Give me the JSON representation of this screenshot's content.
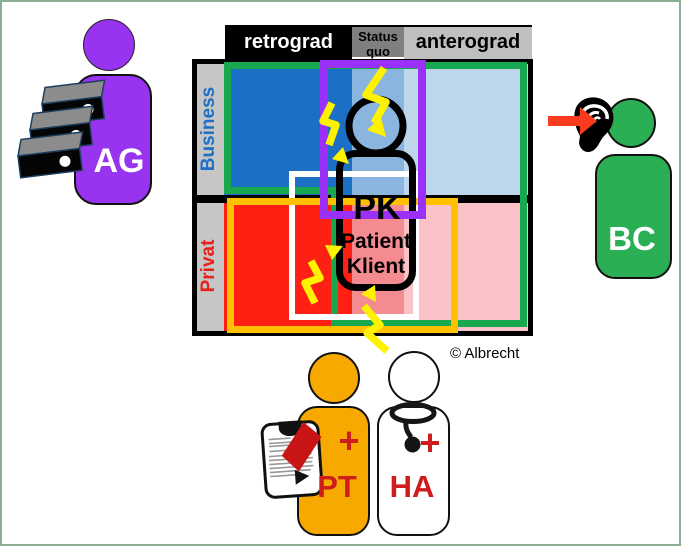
{
  "page": {
    "copyright": "© Albrecht",
    "border_color": "#8aae93",
    "background": "#ffffff"
  },
  "matrix": {
    "columns": [
      {
        "id": "retrograd",
        "label": "retrograd",
        "bg": "#000000",
        "text_color": "#ffffff"
      },
      {
        "id": "status-quo",
        "label": "Status quo",
        "bg": "#7f7f7f",
        "text_color": "#000000"
      },
      {
        "id": "anterograd",
        "label": "anterograd",
        "bg": "#bfbfbf",
        "text_color": "#000000"
      }
    ],
    "rows": [
      {
        "id": "business",
        "label": "Business",
        "text_color": "#1f6fc5"
      },
      {
        "id": "privat",
        "label": "Privat",
        "text_color": "#e8221a"
      }
    ],
    "cell_colors": {
      "business_retrograd": "#1b6fc5",
      "business_status_quo": "#8ab5de",
      "business_anterograd": "#bdd6ea",
      "privat_retrograd": "#fe2013",
      "privat_status_quo": "#f48b90",
      "privat_anterograd": "#f9c2c6"
    },
    "overlay_colors": {
      "green_l_frame": "#18a84f",
      "white_frame": "#ffffff",
      "orange_frame": "#ffc000",
      "purple_frame": "#9b30f8",
      "lightning": "#fff200"
    }
  },
  "center_figure": {
    "abbr": "PK",
    "line1": "Patient",
    "line2": "Klient"
  },
  "figures": {
    "ag": {
      "label": "AG",
      "color": "#9833f0",
      "icon": "file-stack"
    },
    "bc": {
      "label": "BC",
      "color": "#2aaf55",
      "icon": "ear",
      "arrow_color": "#f93c20"
    },
    "pt": {
      "label": "PT",
      "plus": "+",
      "color": "#f8a900",
      "icon": "clipboard",
      "letter_color": "#cf1d1d"
    },
    "ha": {
      "label": "HA",
      "plus": "+",
      "color": "#ffffff",
      "icon": "stethoscope",
      "letter_color": "#cf1d1d"
    }
  }
}
